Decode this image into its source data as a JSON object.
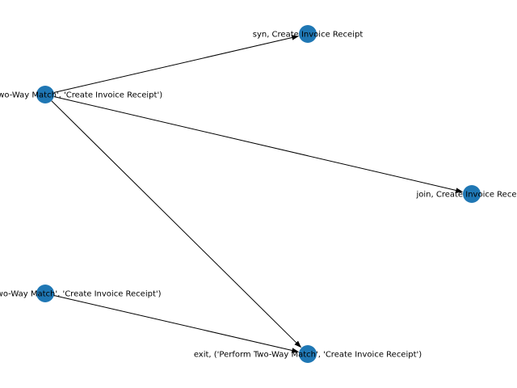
{
  "graph": {
    "node_color": "#1f77b4",
    "edge_color": "#000000",
    "nodes": [
      {
        "id": "n1",
        "label": "entry, ('Perform Two-Way Match', 'Create Invoice Receipt')"
      },
      {
        "id": "n2",
        "label": "syn, Create Invoice Receipt"
      },
      {
        "id": "n3",
        "label": "join, Create Invoice Receipt"
      },
      {
        "id": "n4",
        "label": "start, ('Perform Two-Way Match', 'Create Invoice Receipt')"
      },
      {
        "id": "n5",
        "label": "exit, ('Perform Two-Way Match', 'Create Invoice Receipt')"
      }
    ],
    "edges": [
      {
        "from": "n1",
        "to": "n2"
      },
      {
        "from": "n1",
        "to": "n3"
      },
      {
        "from": "n1",
        "to": "n5"
      },
      {
        "from": "n4",
        "to": "n5"
      }
    ]
  }
}
